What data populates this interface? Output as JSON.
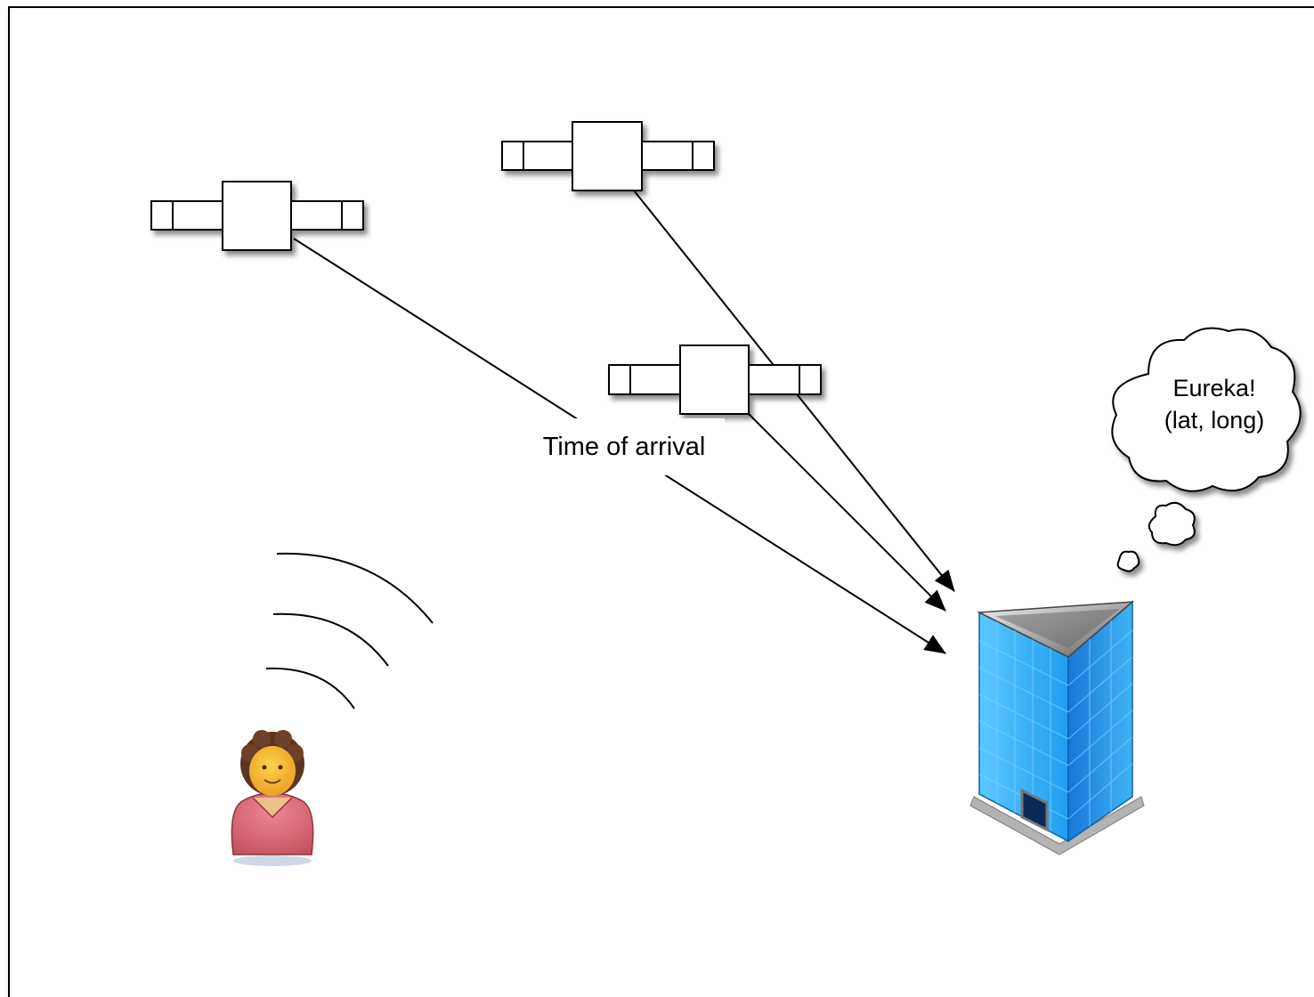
{
  "labels": {
    "time_of_arrival": "Time of arrival",
    "thought_line1": "Eureka!",
    "thought_line2": "(lat, long)"
  },
  "icons": {
    "satellite": "satellite-icon",
    "person": "person-icon",
    "building": "office-building-icon",
    "thought_bubble": "thought-cloud-icon"
  },
  "colors": {
    "stroke": "#000000",
    "frame_shadow": "#d9d9d9",
    "person_shirt": "#d86878",
    "person_skin": "#f3b33a",
    "person_hair": "#5c3520",
    "building_glass": "#2ea6ee",
    "building_roof": "#8a8a8a"
  }
}
